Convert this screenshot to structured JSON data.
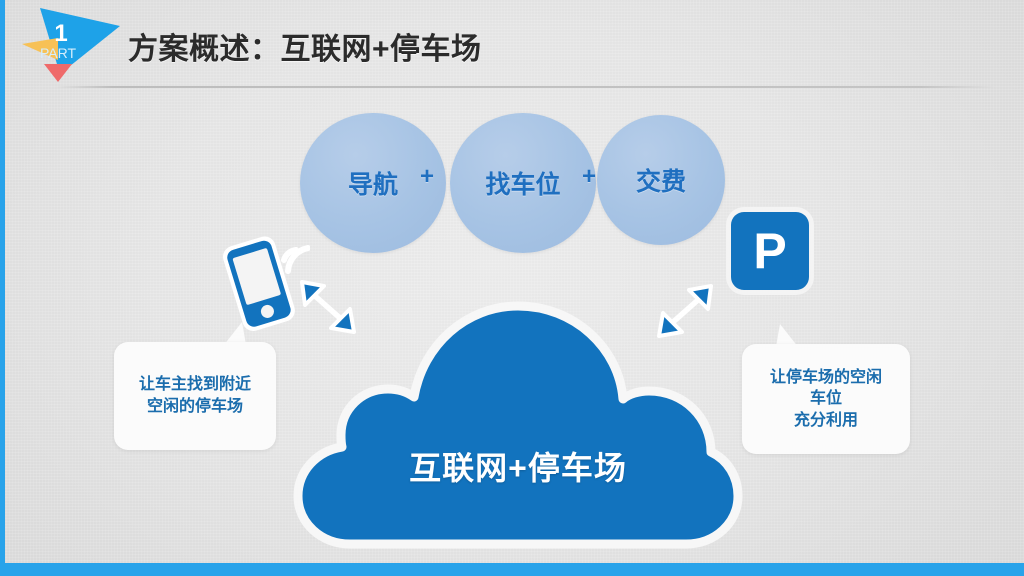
{
  "slide": {
    "background_color": "#e6e6e6",
    "accent_color": "#29a3ea",
    "brand_blue": "#1273be"
  },
  "header": {
    "badge": {
      "number": "1",
      "part_label": "PART",
      "triangle_color": "#1ea2e8",
      "accent_yellow": "#f7c156",
      "accent_red": "#ef6a6a"
    },
    "title": "方案概述：互联网+停车场"
  },
  "circles": [
    {
      "label": "导航",
      "fill": "#a6c3e4",
      "text_color": "#1f6fc0"
    },
    {
      "label": "找车位",
      "fill": "#a6c3e4",
      "text_color": "#1f6fc0"
    },
    {
      "label": "交费",
      "fill": "#a6c3e4",
      "text_color": "#1f6fc0"
    }
  ],
  "operators": {
    "plus_1": "+",
    "plus_2": "+"
  },
  "parking_sign": {
    "letter": "P",
    "fill": "#1273be",
    "text_color": "#ffffff"
  },
  "cloud": {
    "label": "互联网+停车场",
    "fill": "#1273be",
    "text_color": "#ffffff"
  },
  "callouts": {
    "left": {
      "line_1": "让车主找到附近",
      "line_2": "空闲的停车场",
      "text_color": "#1b6dad"
    },
    "right": {
      "line_1": "让停车场的空闲",
      "line_2": "车位",
      "line_3": "充分利用",
      "text_color": "#1b6dad"
    }
  },
  "icons": {
    "phone": "smartphone-wifi-icon",
    "arrow_left": "double-headed-arrow-icon",
    "arrow_right": "double-headed-arrow-icon"
  }
}
